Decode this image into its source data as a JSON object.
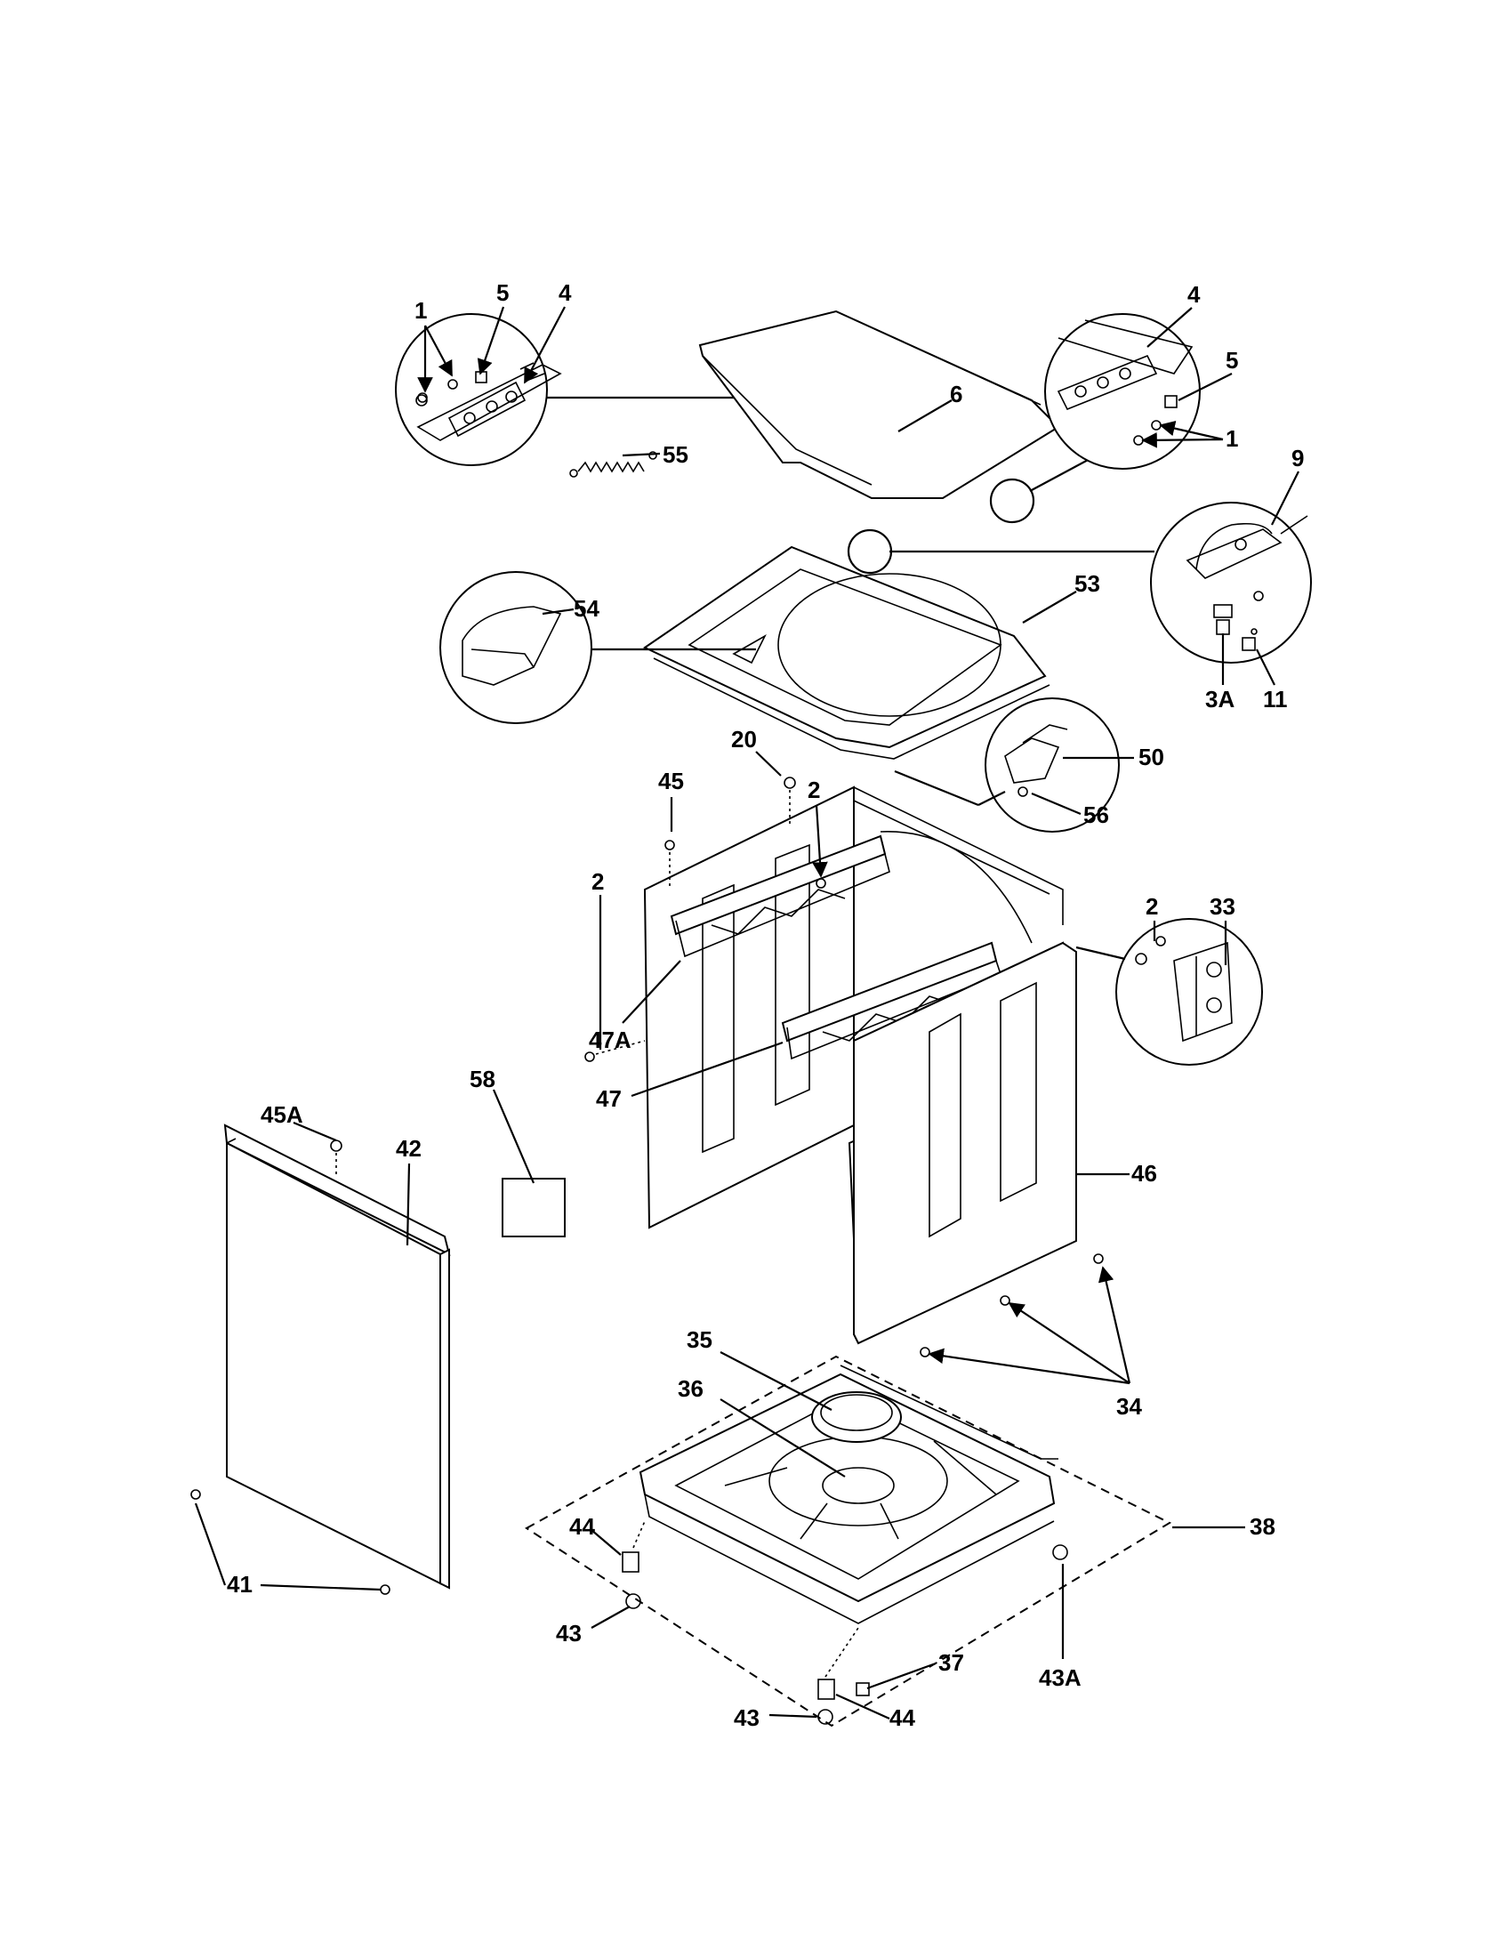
{
  "labels": {
    "l1a": "1",
    "l5a": "5",
    "l4a": "4",
    "l6": "6",
    "l55": "55",
    "l4b": "4",
    "l5b": "5",
    "l1b": "1",
    "l9": "9",
    "l3A": "3A",
    "l11": "11",
    "l53": "53",
    "l54": "54",
    "l20": "20",
    "l2a": "2",
    "l45": "45",
    "l2b": "2",
    "l50": "50",
    "l56": "56",
    "l2c": "2",
    "l33": "33",
    "l47A": "47A",
    "l47": "47",
    "l58": "58",
    "l45A": "45A",
    "l42": "42",
    "l46": "46",
    "l35": "35",
    "l36": "36",
    "l34": "34",
    "l38": "38",
    "l44a": "44",
    "l43a": "43",
    "l41": "41",
    "l37": "37",
    "l43A": "43A",
    "l43b": "43",
    "l44b": "44"
  }
}
